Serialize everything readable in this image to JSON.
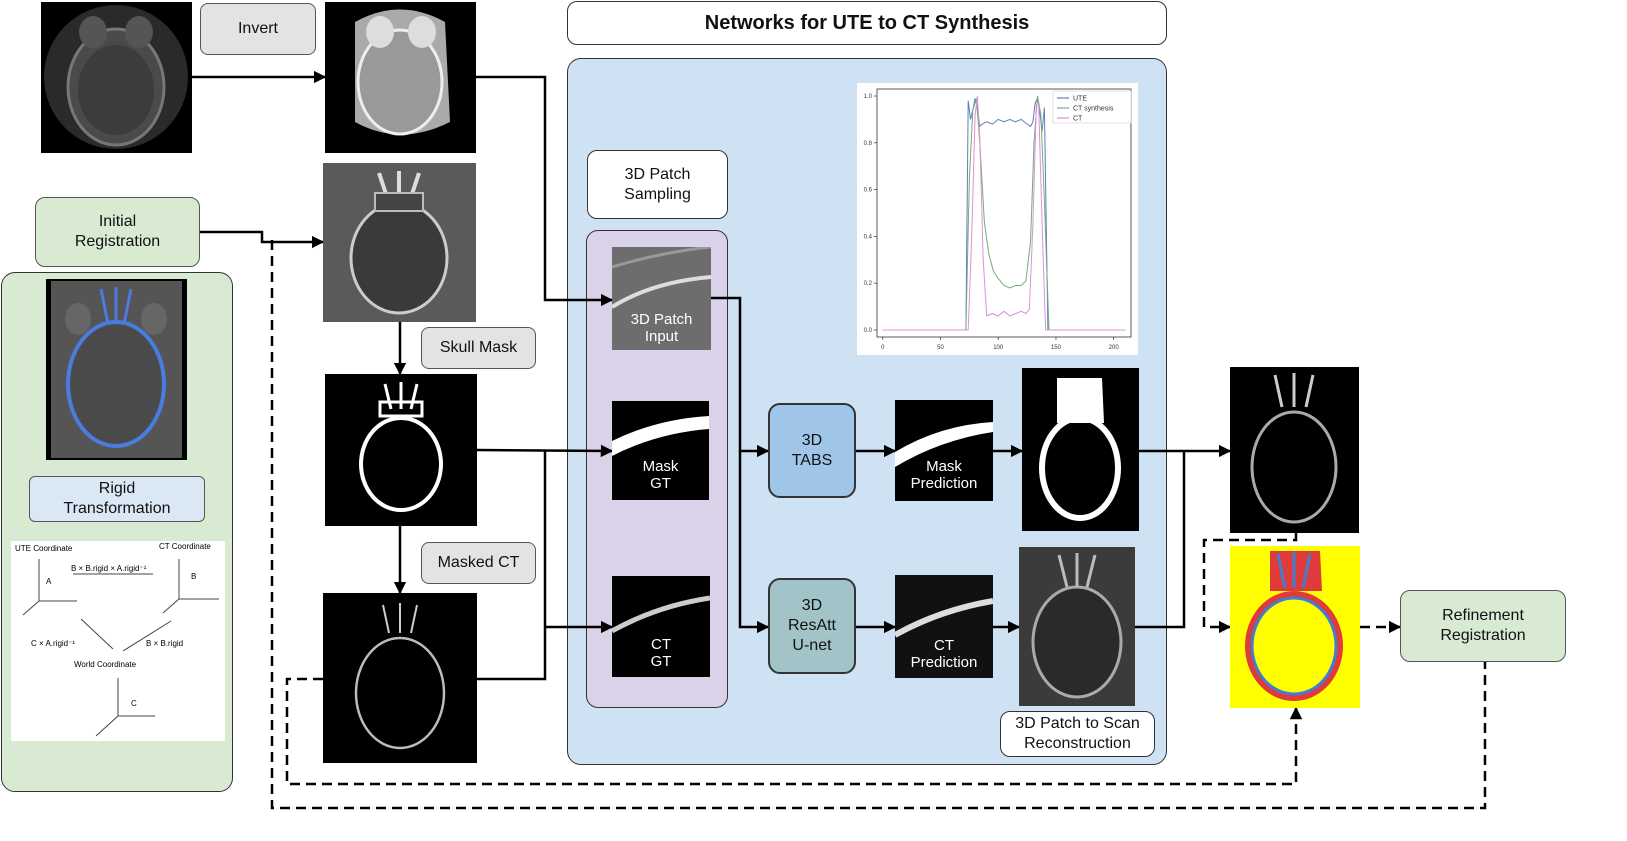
{
  "title": "Networks for UTE to CT Synthesis",
  "steps": {
    "invert": "Invert",
    "initial_registration": "Initial\nRegistration",
    "skull_mask": "Skull Mask",
    "masked_ct": "Masked CT",
    "rigid_transformation": "Rigid\nTransformation",
    "patch_sampling": "3D Patch\nSampling",
    "patch_input": "3D Patch\nInput",
    "mask_gt": "Mask\nGT",
    "ct_gt": "CT\nGT",
    "tabs": "3D\nTABS",
    "resatt": "3D\nResAtt\nU-net",
    "mask_prediction": "Mask\nPrediction",
    "ct_prediction": "CT\nPrediction",
    "reconstruction": "3D Patch to Scan\nReconstruction",
    "refinement": "Refinement\nRegistration"
  },
  "coordinate_diagram": {
    "ute_coordinate": "UTE Coordinate",
    "ct_coordinate": "CT Coordinate",
    "world_coordinate": "World Coordinate",
    "axis_a": "A",
    "axis_b": "B",
    "axis_c": "C",
    "eq_top": "B × B.rigid × A.rigid⁻¹",
    "eq_left": "C × A.rigid⁻¹",
    "eq_right": "B × B.rigid"
  },
  "chart_data": {
    "type": "line",
    "title": "",
    "xlabel": "",
    "ylabel": "",
    "xlim": [
      -5,
      215
    ],
    "ylim": [
      -0.03,
      1.03
    ],
    "x_ticks": [
      "0",
      "50",
      "100",
      "150",
      "200"
    ],
    "y_ticks": [
      "0.0",
      "0.2",
      "0.4",
      "0.6",
      "0.8",
      "1.0"
    ],
    "legend_position": "top-right",
    "series": [
      {
        "name": "UTE",
        "color": "#5b7fb8",
        "x": [
          0,
          72,
          74,
          76,
          78,
          80,
          82,
          84,
          86,
          90,
          95,
          100,
          105,
          110,
          115,
          120,
          125,
          128,
          130,
          132,
          134,
          136,
          138,
          140,
          143,
          210
        ],
        "y": [
          0,
          0,
          0.98,
          0.9,
          0.94,
          0.99,
          0.95,
          0.87,
          0.88,
          0.89,
          0.88,
          0.9,
          0.89,
          0.9,
          0.89,
          0.9,
          0.88,
          0.87,
          0.89,
          0.97,
          0.99,
          0.93,
          0.85,
          0.95,
          0,
          0
        ]
      },
      {
        "name": "CT synthesis",
        "color": "#6fae7c",
        "x": [
          0,
          72,
          75,
          78,
          81,
          84,
          88,
          92,
          96,
          100,
          105,
          110,
          115,
          120,
          124,
          128,
          131,
          134,
          137,
          140,
          144,
          210
        ],
        "y": [
          0,
          0,
          0.65,
          0.94,
          0.99,
          0.8,
          0.46,
          0.32,
          0.25,
          0.22,
          0.19,
          0.18,
          0.19,
          0.19,
          0.21,
          0.38,
          0.8,
          1.0,
          0.92,
          0.55,
          0,
          0
        ]
      },
      {
        "name": "CT",
        "color": "#e08fd6",
        "x": [
          0,
          74,
          77,
          80,
          82,
          84,
          87,
          90,
          95,
          100,
          105,
          110,
          115,
          120,
          124,
          127,
          130,
          133,
          135,
          138,
          141,
          210
        ],
        "y": [
          0,
          0,
          0.4,
          0.92,
          1.0,
          0.82,
          0.3,
          0.06,
          0.07,
          0.06,
          0.08,
          0.06,
          0.07,
          0.08,
          0.07,
          0.09,
          0.45,
          0.96,
          0.98,
          0.45,
          0,
          0
        ]
      }
    ]
  }
}
